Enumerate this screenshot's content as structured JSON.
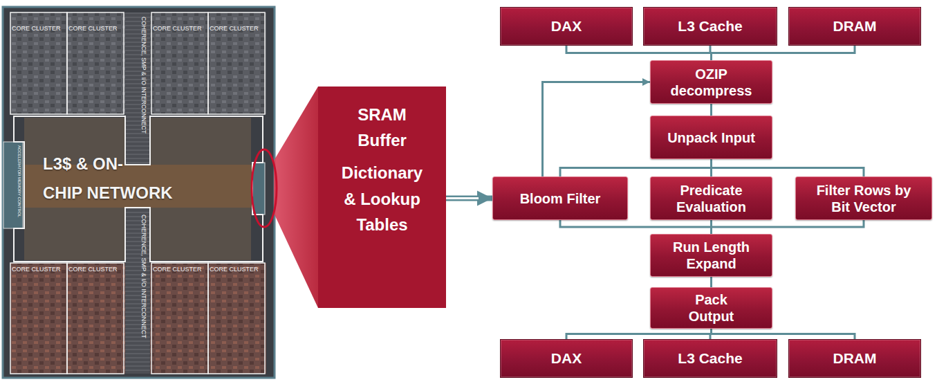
{
  "diagram": {
    "nodes": [
      {
        "text": [
          "SRAM Buffer",
          "Dictionary & Lookup Tables"
        ]
      },
      {
        "text": [
          "DAX"
        ]
      },
      {
        "text": [
          "L3 Cache"
        ]
      },
      {
        "text": [
          "DRAM"
        ]
      },
      {
        "text": [
          "OZIP decompress"
        ]
      },
      {
        "text": [
          "Unpack Input"
        ]
      },
      {
        "text": [
          "Bloom Filter"
        ]
      },
      {
        "text": [
          "Predicate Evaluation"
        ]
      },
      {
        "text": [
          "Filter Rows by Bit Vector"
        ]
      },
      {
        "text": [
          "Run Length Expand"
        ]
      },
      {
        "text": [
          "Pack Output"
        ]
      },
      {
        "text": [
          "DAX"
        ]
      },
      {
        "text": [
          "L3 Cache"
        ]
      },
      {
        "text": [
          "DRAM"
        ]
      }
    ],
    "edges": [
      {
        "from": 1,
        "to": 4,
        "arrow": "none"
      },
      {
        "from": 2,
        "to": 4,
        "arrow": "none"
      },
      {
        "from": 3,
        "to": 4,
        "arrow": "none"
      },
      {
        "from": 4,
        "to": 5,
        "arrow": "none"
      },
      {
        "from": 5,
        "to": 6,
        "arrow": "none"
      },
      {
        "from": 5,
        "to": 7,
        "arrow": "none"
      },
      {
        "from": 5,
        "to": 8,
        "arrow": "none"
      },
      {
        "from": 6,
        "to": 9,
        "arrow": "none"
      },
      {
        "from": 7,
        "to": 9,
        "arrow": "none"
      },
      {
        "from": 8,
        "to": 9,
        "arrow": "none"
      },
      {
        "from": 9,
        "to": 10,
        "arrow": "none"
      },
      {
        "from": 10,
        "to": 11,
        "arrow": "none"
      },
      {
        "from": 10,
        "to": 12,
        "arrow": "none"
      },
      {
        "from": 10,
        "to": 13,
        "arrow": "none"
      },
      {
        "from": 6,
        "to": 4,
        "arrow": "to"
      },
      {
        "from": 0,
        "to": 6,
        "arrow": "to"
      }
    ],
    "labels": [
      "CORE CLUSTER",
      "CORE CLUSTER",
      "CORE CLUSTER",
      "CORE CLUSTER",
      "CORE CLUSTER",
      "CORE CLUSTER",
      "CORE CLUSTER",
      "CORE CLUSTER",
      "L3$ & ON-CHIP NETWORK",
      "COHERENCE, SMP & I/O INTERCONNECT",
      "COHERENCE, SMP & I/O INTERCONNECT",
      "ACCELERATOR MEMORY CONTROL"
    ]
  }
}
